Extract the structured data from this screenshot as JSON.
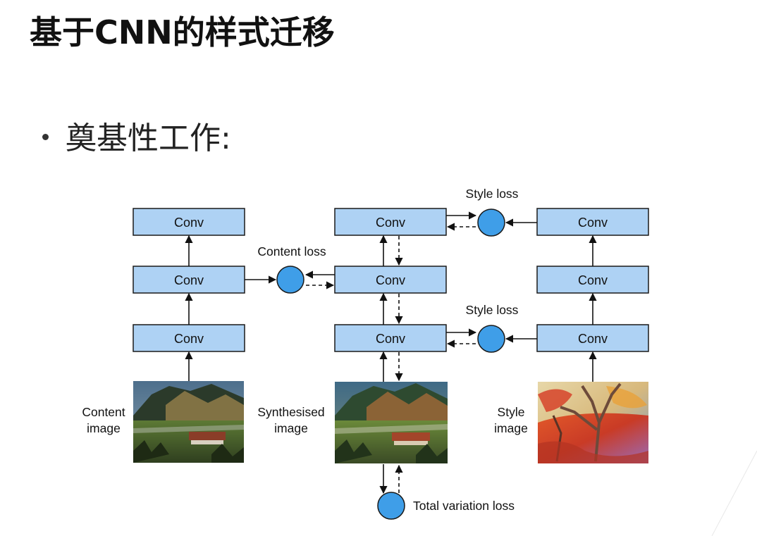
{
  "title": "基于CNN的样式迁移",
  "bullet": "奠基性工作:",
  "diagram": {
    "conv_label": "Conv",
    "content_loss": "Content loss",
    "style_loss_top": "Style loss",
    "style_loss_bottom": "Style loss",
    "total_variation_loss": "Total variation loss",
    "content_image_label": [
      "Content",
      "image"
    ],
    "synthesised_image_label": [
      "Synthesised",
      "image"
    ],
    "style_image_label": [
      "Style",
      "image"
    ]
  },
  "colors": {
    "conv_fill": "#aed2f4",
    "loss_node": "#3f9ee8"
  }
}
